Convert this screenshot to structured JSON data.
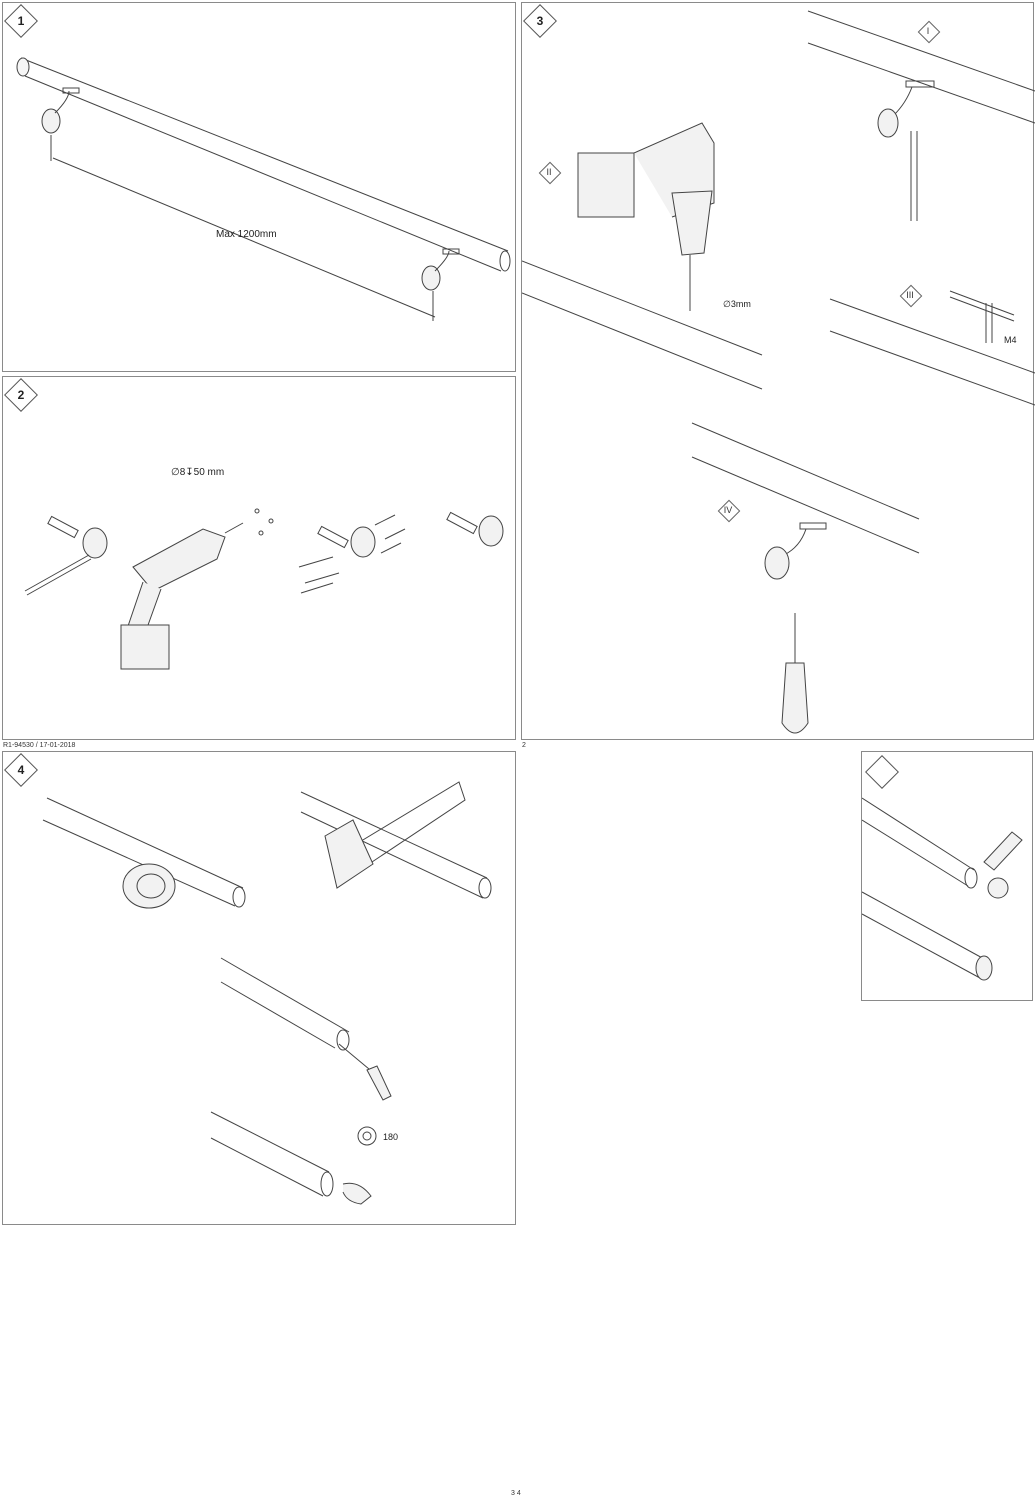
{
  "steps": [
    {
      "number": "1",
      "label": "Max 1200mm"
    },
    {
      "number": "2",
      "label": "∅8↧50 mm"
    },
    {
      "number": "3",
      "substeps": [
        "I",
        "II",
        "III",
        "IV"
      ],
      "labels": [
        "∅3mm",
        "M4"
      ]
    },
    {
      "number": "4",
      "labels": [
        "180"
      ]
    },
    {
      "number": ""
    }
  ],
  "footer": {
    "code": "R1-94530 / 17-01-2018",
    "page_left": "2",
    "page_bottom": "3  4"
  },
  "colors": {
    "line": "#444444",
    "border": "#8a8a8a",
    "fill": "#f2f2f2"
  }
}
